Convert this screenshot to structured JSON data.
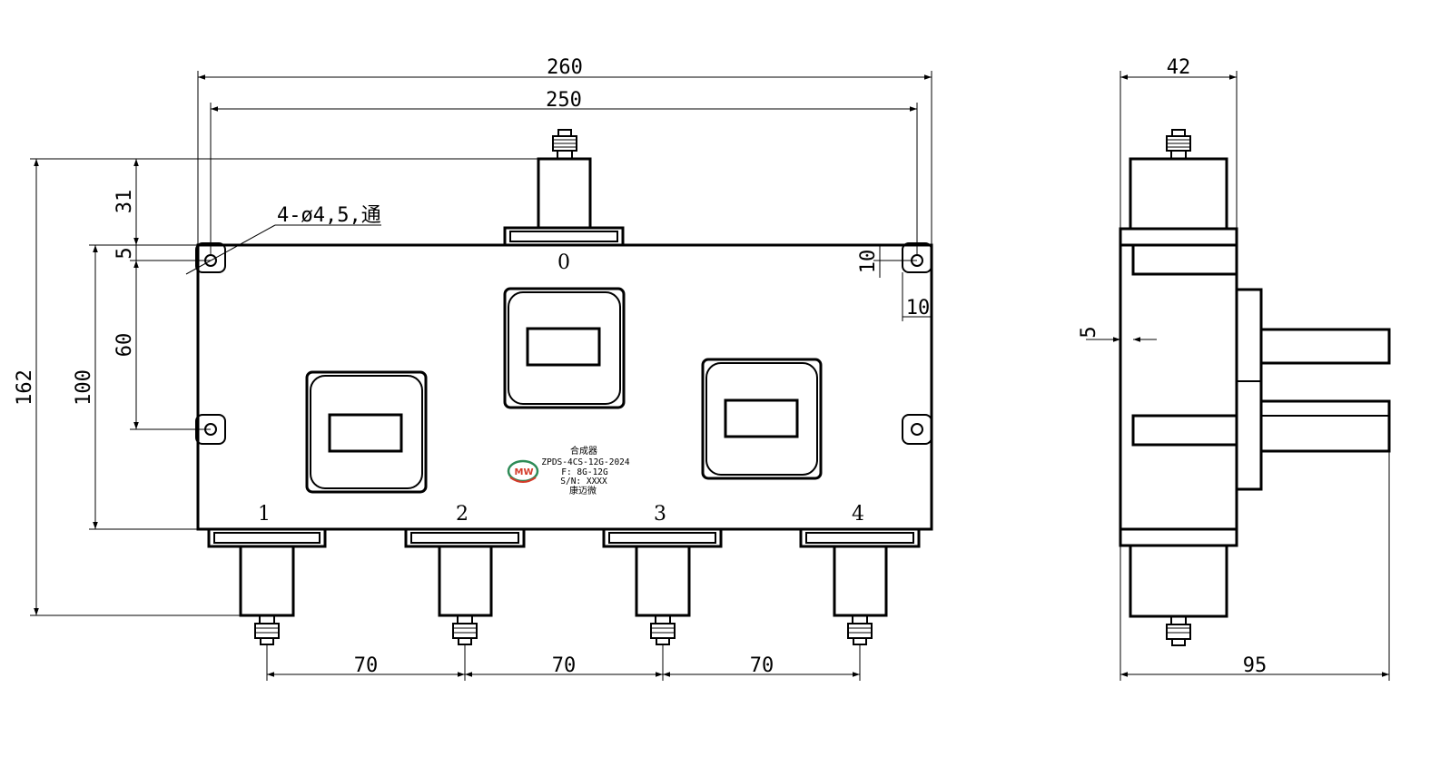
{
  "dimensions": {
    "overall_width": "260",
    "hole_span": "250",
    "top_connector_height": "31",
    "hole_offset": "5",
    "hole_note": "4-ø4,5,通",
    "hole_vertical_spacing": "60",
    "body_height": "100",
    "overall_height": "162",
    "edge_offset_vertical": "10",
    "edge_offset_horizontal": "10",
    "port_pitch_1": "70",
    "port_pitch_2": "70",
    "port_pitch_3": "70",
    "side_width": "42",
    "side_depth": "95",
    "side_offset": "5"
  },
  "ports": {
    "input": "0",
    "out1": "1",
    "out2": "2",
    "out3": "3",
    "out4": "4"
  },
  "nameplate": {
    "title": "合成器",
    "model": "ZPDS-4CS-12G-2024",
    "freq": "F: 8G-12G",
    "serial": "S/N: XXXX",
    "maker": "康迈微",
    "logo_text": "MW"
  }
}
